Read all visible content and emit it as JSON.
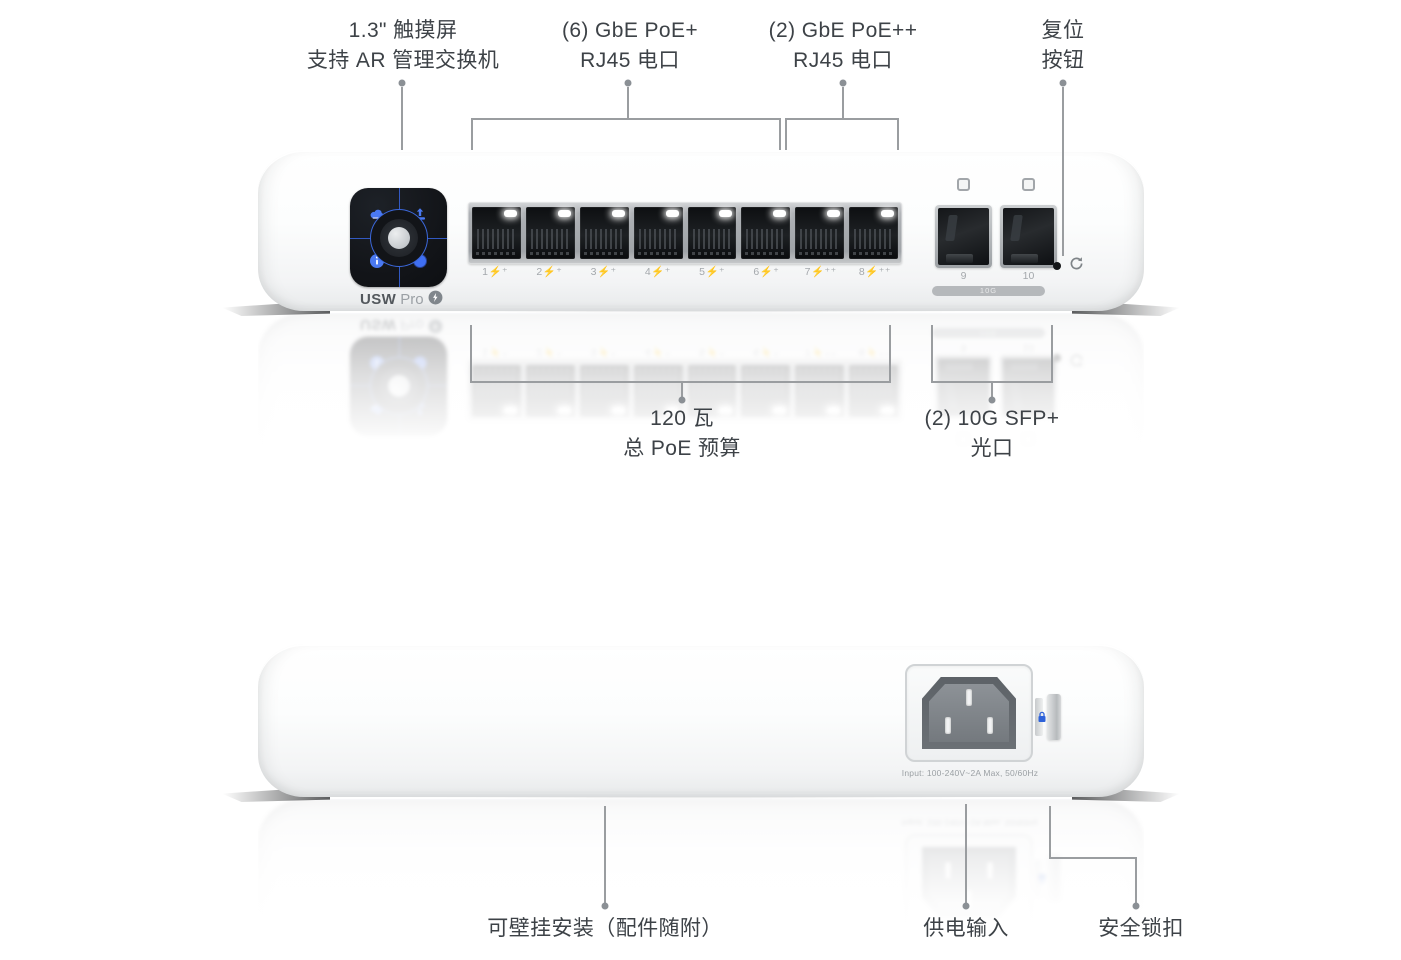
{
  "product": {
    "logo_primary": "USW",
    "logo_secondary": "Pro",
    "port_labels": [
      "1⚡⁺",
      "2⚡⁺",
      "3⚡⁺",
      "4⚡⁺",
      "5⚡⁺",
      "6⚡⁺",
      "7⚡⁺⁺",
      "8⚡⁺⁺"
    ],
    "sfp_labels": [
      "9",
      "10"
    ],
    "speed_badge": "10G",
    "power_input_text": "Input: 100-240V~2A Max, 50/60Hz"
  },
  "annotations": {
    "touchscreen": {
      "line1": "1.3\" 触摸屏",
      "line2": "支持 AR 管理交换机"
    },
    "poe_plus_ports": {
      "line1": "(6) GbE PoE+",
      "line2": "RJ45 电口"
    },
    "poe_plusplus_ports": {
      "line1": "(2) GbE PoE++",
      "line2": "RJ45 电口"
    },
    "reset_button": {
      "line1": "复位",
      "line2": "按钮"
    },
    "poe_budget": {
      "line1": "120 瓦",
      "line2": "总 PoE 预算"
    },
    "sfp_ports": {
      "line1": "(2) 10G SFP+",
      "line2": "光口"
    },
    "wall_mount": "可壁挂安装（配件随附）",
    "power_input": "供电输入",
    "security_lock": "安全锁扣"
  },
  "icons": {
    "screen": [
      "cloud-icon",
      "upload-icon",
      "info-icon",
      "status-dot-icon"
    ],
    "logo_badge": "lightning-bolt-icon",
    "reset": "reset-arrow-icon",
    "lock": "padlock-icon"
  },
  "colors": {
    "background": "#ffffff",
    "annotation_text": "#3d4247",
    "pointer_line": "#9a9da0",
    "screen_accent_blue": "#3a69eb",
    "icon_blue": "#4a79f2",
    "device_body": "#f7f8f9",
    "port_black": "#15181a",
    "bezel_silver": "#a8acb0"
  }
}
